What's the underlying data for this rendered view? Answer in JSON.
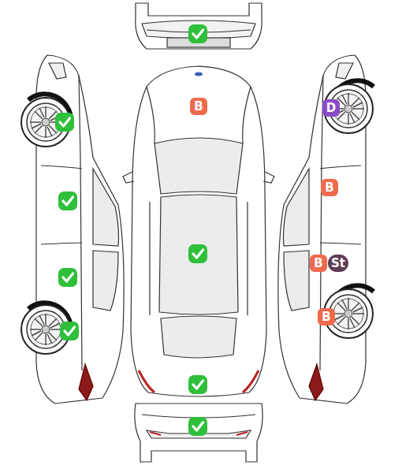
{
  "diagram": {
    "nodes": [
      {
        "text": [
          "B"
        ]
      },
      {
        "text": [
          "D"
        ]
      },
      {
        "text": [
          "B"
        ]
      },
      {
        "text": [
          "B"
        ]
      },
      {
        "text": [
          "St"
        ]
      },
      {
        "text": [
          "B"
        ]
      }
    ]
  }
}
